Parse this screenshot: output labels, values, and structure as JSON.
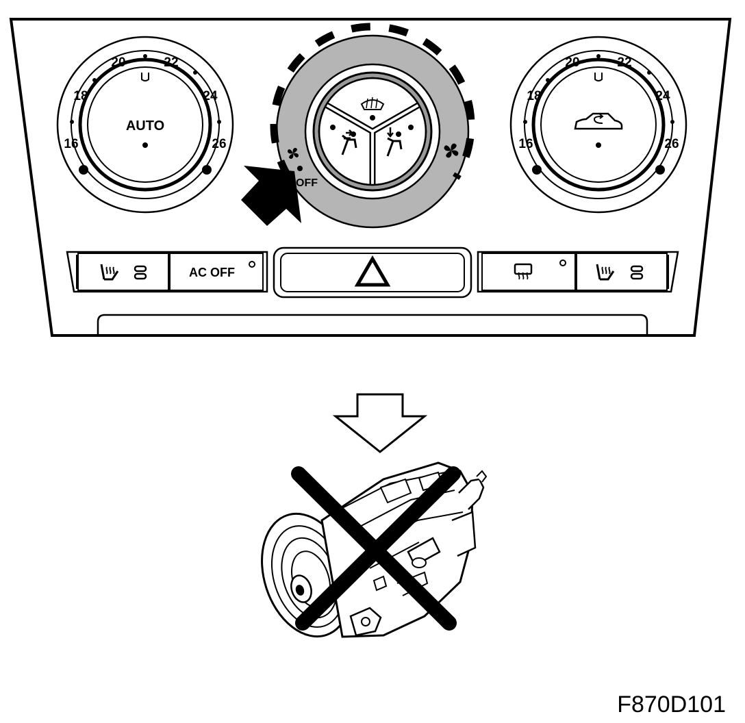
{
  "left_dial": {
    "center_label": "AUTO",
    "scale": [
      "16",
      "18",
      "20",
      "22",
      "24",
      "26"
    ]
  },
  "right_dial": {
    "scale": [
      "16",
      "18",
      "20",
      "22",
      "24",
      "26"
    ],
    "icon": "car-recirculation-icon"
  },
  "fan_dial": {
    "off_label": "OFF",
    "icons": [
      "fan-low-icon",
      "fan-high-icon",
      "windshield-defrost-icon",
      "face-vent-icon",
      "foot-vent-icon"
    ]
  },
  "buttons": {
    "ac_off_label": "AC OFF",
    "left_seat_heat_icon": "seat-heater-icon",
    "hazard_icon": "hazard-triangle-icon",
    "rear_defrost_icon": "rear-defrost-icon",
    "right_seat_heat_icon": "seat-heater-icon"
  },
  "figure_code": "F870D101"
}
